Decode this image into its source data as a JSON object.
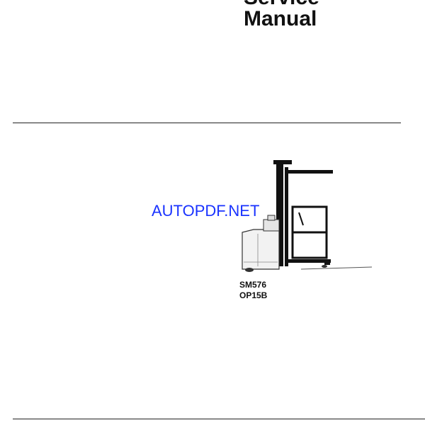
{
  "document": {
    "title_line_1": "Service",
    "title_line_2": "Manual",
    "watermark": "AUTOPDF.NET",
    "model_codes": [
      "SM576",
      "OP15B"
    ]
  },
  "illustration": {
    "subject": "order-picker-forklift",
    "colors": {
      "mast": "#111111",
      "body": "#f2f2f2",
      "outline": "#333333"
    }
  },
  "colors": {
    "watermark": "#1a33ff",
    "text": "#111111",
    "rule": "#222222"
  }
}
